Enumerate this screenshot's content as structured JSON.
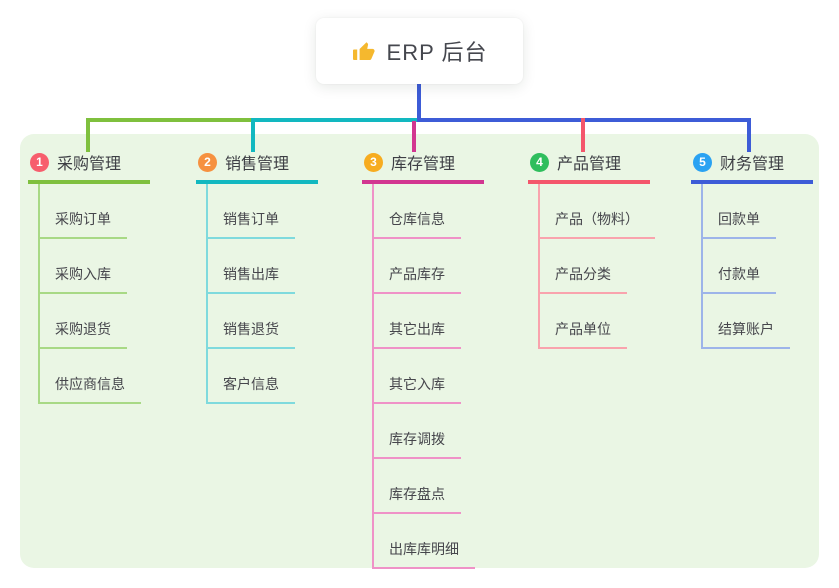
{
  "diagram": {
    "root": {
      "title": "ERP 后台",
      "icon": "thumbs-up-icon"
    },
    "colors": {
      "panel_bg": "#eaf6e4",
      "stem": "#3d5cd7",
      "root_bg": "#ffffff",
      "root_text": "#45474e",
      "branch_text": "#3d3e44",
      "child_text": "#46464c",
      "thumb_yellow": "#f5b82e"
    },
    "branches": [
      {
        "num": "1",
        "label": "采购管理",
        "badge_color": "#f75e6d",
        "line_color": "#7fc03e",
        "child_line_color": "#a8d985",
        "children": [
          "采购订单",
          "采购入库",
          "采购退货",
          "供应商信息"
        ]
      },
      {
        "num": "2",
        "label": "销售管理",
        "badge_color": "#f69140",
        "line_color": "#12b8c0",
        "child_line_color": "#7fdadd",
        "children": [
          "销售订单",
          "销售出库",
          "销售退货",
          "客户信息"
        ]
      },
      {
        "num": "3",
        "label": "库存管理",
        "badge_color": "#f7ac1f",
        "line_color": "#d23690",
        "child_line_color": "#ef92c7",
        "children": [
          "仓库信息",
          "产品库存",
          "其它出库",
          "其它入库",
          "库存调拨",
          "库存盘点",
          "出库库明细"
        ]
      },
      {
        "num": "4",
        "label": "产品管理",
        "badge_color": "#2fbe5d",
        "line_color": "#f4566b",
        "child_line_color": "#f9a3ad",
        "children": [
          "产品（物料）",
          "产品分类",
          "产品单位"
        ]
      },
      {
        "num": "5",
        "label": "财务管理",
        "badge_color": "#2aa2f2",
        "line_color": "#3d5cd7",
        "child_line_color": "#9db4e9",
        "children": [
          "回款单",
          "付款单",
          "结算账户"
        ]
      }
    ]
  }
}
